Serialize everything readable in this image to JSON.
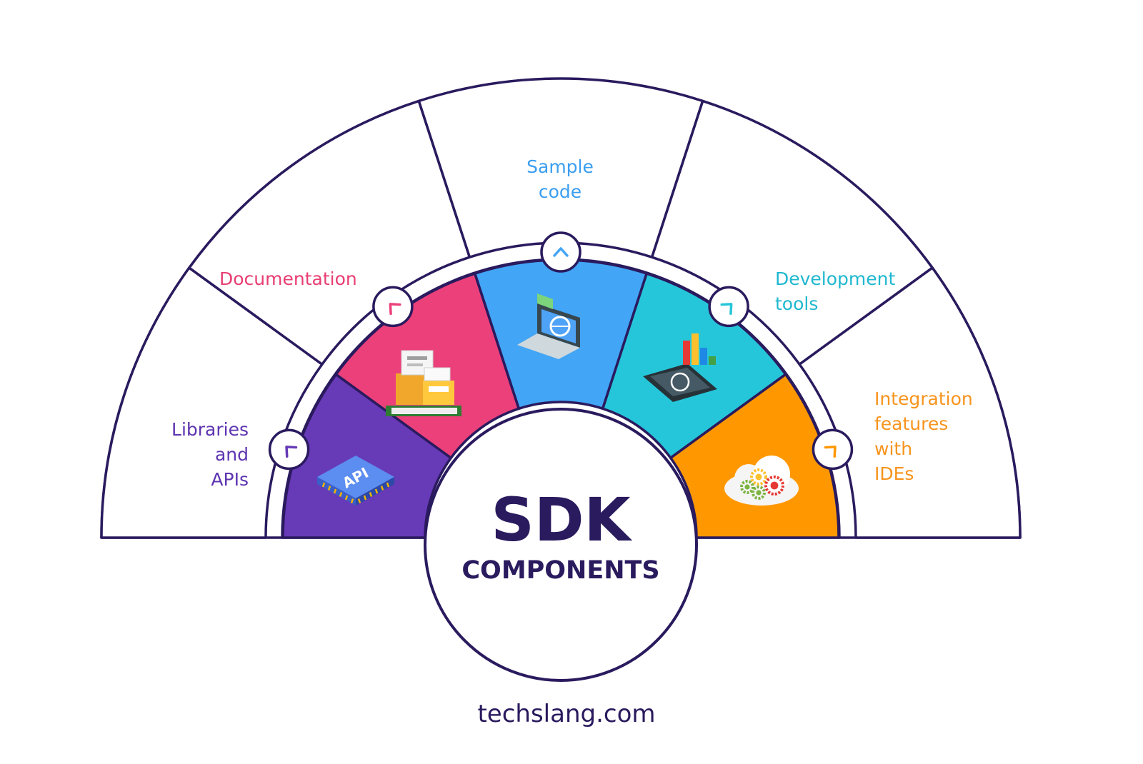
{
  "title": {
    "main": "SDK",
    "sub": "COMPONENTS"
  },
  "footer": {
    "site": "techslang.com"
  },
  "colors": {
    "stroke": "#2a1a5e"
  },
  "segments": [
    {
      "id": "libraries",
      "label_lines": [
        "Libraries",
        "and",
        "APIs"
      ],
      "color": "#673ab7",
      "text_color": "#5e35b1",
      "icon": "api-chip-icon",
      "label_align": "end"
    },
    {
      "id": "documentation",
      "label_lines": [
        "Documentation"
      ],
      "color": "#ec407a",
      "text_color": "#e83e73",
      "icon": "folder-boxes-icon",
      "label_align": "start"
    },
    {
      "id": "sample-code",
      "label_lines": [
        "Sample",
        "code"
      ],
      "color": "#42a5f5",
      "text_color": "#3b9ef0",
      "icon": "laptop-globe-icon",
      "label_align": "middle"
    },
    {
      "id": "development-tools",
      "label_lines": [
        "Development",
        "tools"
      ],
      "color": "#26c6da",
      "text_color": "#1fb8cf",
      "icon": "phone-chart-icon",
      "label_align": "start"
    },
    {
      "id": "integration",
      "label_lines": [
        "Integration",
        "features",
        "with",
        "IDEs"
      ],
      "color": "#ff9800",
      "text_color": "#f7941d",
      "icon": "cloud-gears-icon",
      "label_align": "start"
    }
  ]
}
